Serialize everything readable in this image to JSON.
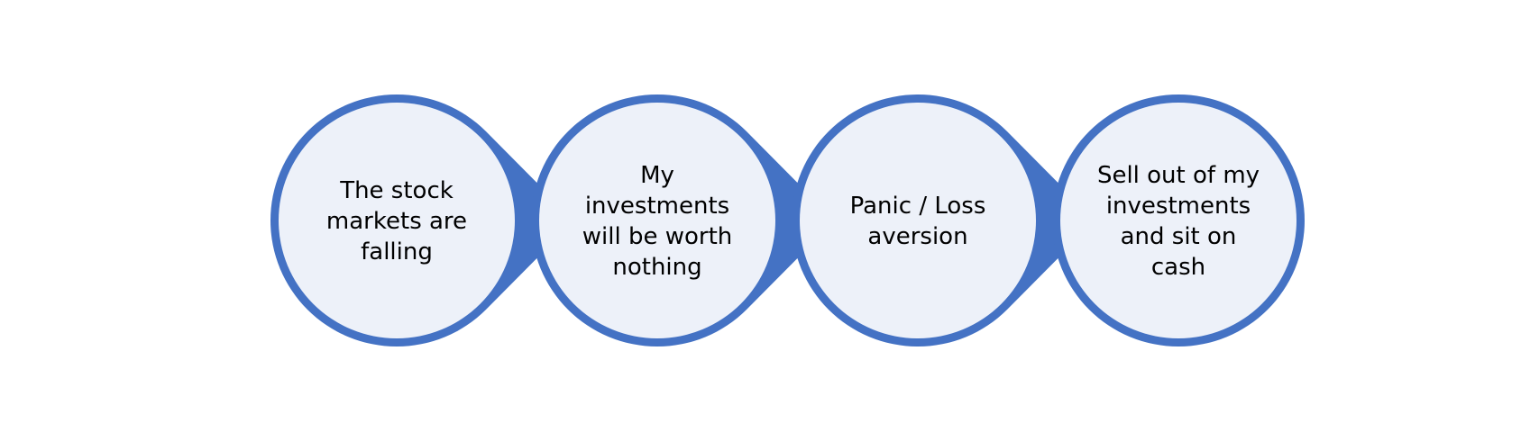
{
  "diagram": {
    "type": "process-flow",
    "colors": {
      "ring": "#4472c4",
      "fill": "#edf1f9",
      "text": "#000000",
      "background": "#ffffff"
    },
    "steps": [
      {
        "lines": [
          "The stock",
          "markets are",
          "falling"
        ]
      },
      {
        "lines": [
          "My",
          "investments",
          "will be worth",
          "nothing"
        ]
      },
      {
        "lines": [
          "Panic / Loss",
          "aversion"
        ]
      },
      {
        "lines": [
          "Sell out of my",
          "investments",
          "and sit on",
          "cash"
        ]
      }
    ]
  }
}
